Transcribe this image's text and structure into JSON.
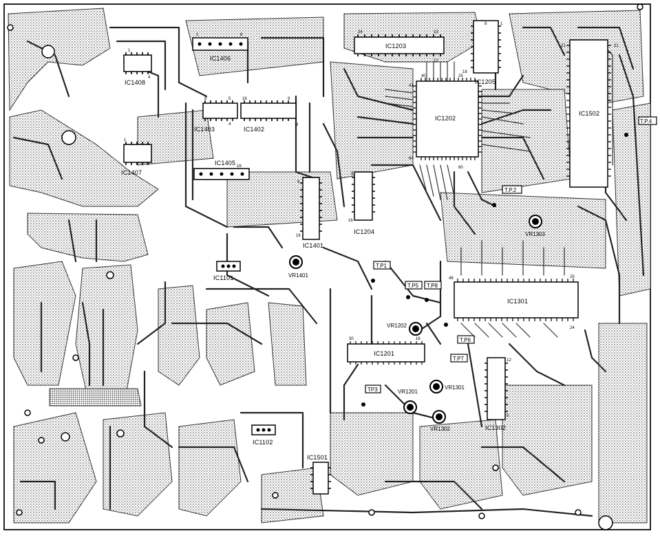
{
  "board": {
    "ics": {
      "ic1408": "IC1408",
      "ic1406": "IC1406",
      "ic1403": "IC1403",
      "ic1402": "IC1402",
      "ic1405": "IC1405",
      "ic1407": "IC1407",
      "ic1401": "IC1401",
      "ic1101": "IC1101",
      "ic1102": "IC1102",
      "ic1501": "IC1501",
      "ic1203": "IC1203",
      "ic1205": "IC1205",
      "ic1202": "IC1202",
      "ic1204": "IC1204",
      "ic1502": "IC1502",
      "ic1301": "IC1301",
      "ic1201": "IC1201",
      "ic1302": "IC1302"
    },
    "test_points": {
      "tp1": "T.P1",
      "tp2": "T.P.2",
      "tp3": "TP3",
      "tp4": "T.P.4",
      "tp5": "T.P5",
      "tp6": "T.P6",
      "tp7": "T.P7",
      "tp8": "T.P8"
    },
    "trimmers": {
      "vr1401": "VR1401",
      "vr1202": "VR1202",
      "vr1201": "VR1201",
      "vr1301": "VR1301",
      "vr1302": "VR1302",
      "vr1303": "VR1303"
    },
    "pins": {
      "p1": "1",
      "p4": "4",
      "p5": "5",
      "p6": "6",
      "p8": "8",
      "p9": "9",
      "p12": "12",
      "p13": "13",
      "p16": "16",
      "p18": "18",
      "p21": "21",
      "p22": "22",
      "p24": "24",
      "p25": "25",
      "p30": "30",
      "p40": "40",
      "p41": "41",
      "p48": "48",
      "p64": "64",
      "p80": "80"
    }
  }
}
